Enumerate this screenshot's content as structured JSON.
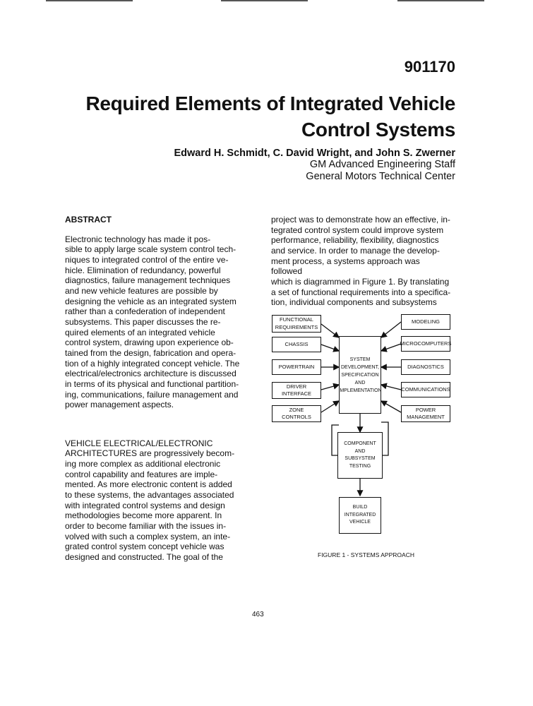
{
  "paper_number": "901170",
  "title": "Required Elements of Integrated Vehicle Control Systems",
  "authors": "Edward H. Schmidt, C. David Wright, and John S. Zwerner",
  "affiliation_line1": "GM Advanced Engineering Staff",
  "affiliation_line2": "General Motors Technical Center",
  "abstract_heading": "ABSTRACT",
  "abstract_text": "        Electronic technology has made it pos-\nsible to apply large scale system control tech-\nniques to integrated control of the entire ve-\nhicle.  Elimination of redundancy, powerful\ndiagnostics, failure management techniques\nand new vehicle features are possible by\ndesigning the vehicle as an integrated system\nrather than a confederation of independent\nsubsystems.  This paper discusses the re-\nquired elements of an integrated vehicle\ncontrol system, drawing upon experience ob-\ntained from the design, fabrication and opera-\ntion of a highly integrated concept vehicle.  The\nelectrical/electronics architecture is discussed\nin terms of its physical and functional partition-\ning, communications, failure management and\npower management aspects.",
  "intro_text": "        VEHICLE ELECTRICAL/ELECTRONIC\nARCHITECTURES are progressively becom-\ning more complex as additional electronic\ncontrol capability and features are imple-\nmented.  As more electronic content is added\nto these systems, the advantages associated\nwith integrated control systems and design\nmethodologies become more apparent.  In\norder to become familiar with the issues in-\nvolved with such a complex system, an inte-\ngrated control system concept vehicle was\ndesigned and constructed.  The goal of the",
  "right_col_text": "project was to demonstrate how an effective, in-\ntegrated control system could improve system\nperformance, reliability, flexibility, diagnostics\nand service.  In order to manage the develop-\nment process, a systems approach was followed\nwhich is diagrammed in Figure 1.  By translating\na set of functional requirements into a specifica-\ntion, individual components and subsystems",
  "figure": {
    "left_boxes": [
      "FUNCTIONAL\nREQUIREMENTS",
      "CHASSIS",
      "POWERTRAIN",
      "DRIVER\nINTERFACE",
      "ZONE\nCONTROLS"
    ],
    "right_boxes": [
      "MODELING",
      "MICROCOMPUTERS",
      "DIAGNOSTICS",
      "COMMUNICATIONS",
      "POWER\nMANAGEMENT"
    ],
    "center_box": "SYSTEM\nDEVELOPMENT,\nSPECIFICATION\nAND\nIMPLEMENTATION",
    "component_box": "COMPONENT\nAND\nSUBSYSTEM\nTESTING",
    "build_box": "BUILD\nINTEGRATED\nVEHICLE",
    "caption": "FIGURE 1 - SYSTEMS APPROACH"
  },
  "page_number": "463"
}
